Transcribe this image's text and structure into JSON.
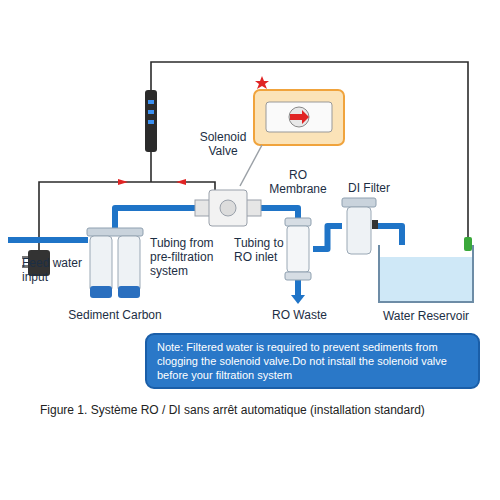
{
  "diagram": {
    "caption": "Figure 1. Système RO / DI sans arrêt automatique (installation standard)",
    "nodes": [
      {
        "text": [
          "Sediment Carbon"
        ]
      },
      {
        "text": [
          "Solenoid Valve"
        ]
      },
      {
        "text": [
          "RO Membrane"
        ]
      },
      {
        "text": [
          "DI Filter"
        ]
      },
      {
        "text": [
          "Water Reservoir"
        ]
      },
      {
        "text": [
          "Note: Filtered water is required to prevent sediments from clogging the solenoid valve.Do not install the solenoid valve before your filtration system"
        ]
      }
    ],
    "edges": [
      {
        "from": 0,
        "to": 1,
        "arrow": "none"
      },
      {
        "from": 1,
        "to": 2,
        "arrow": "none"
      },
      {
        "from": 2,
        "to": 3,
        "arrow": "none"
      },
      {
        "from": 3,
        "to": 4,
        "arrow": "none"
      }
    ],
    "labels": [
      "Feed water input",
      "Tubing from pre-filtration system",
      "Tubing to RO inlet",
      "RO Waste"
    ]
  }
}
